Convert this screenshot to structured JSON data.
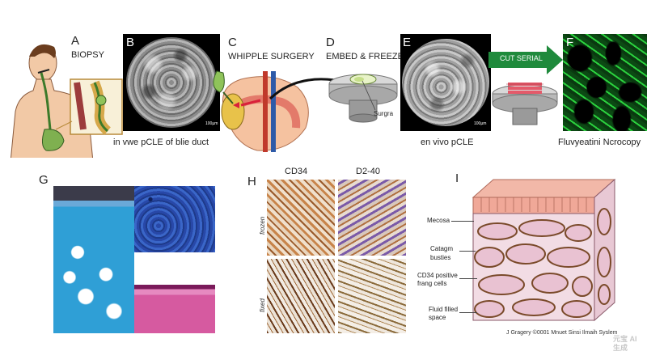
{
  "panels": {
    "A": {
      "letter": "A",
      "title": "BIOPSY"
    },
    "B": {
      "letter": "B",
      "caption": "in vwe pCLE of blie duct",
      "scale": "100µm"
    },
    "C": {
      "letter": "C",
      "title": "WHIPPLE SURGERY"
    },
    "D": {
      "letter": "D",
      "title": "EMBED & FREEZE",
      "label": "Surgra"
    },
    "E": {
      "letter": "E",
      "caption": "en vivo pCLE",
      "scale": "100µm"
    },
    "F": {
      "letter": "F",
      "caption": "Fluvyeatini Ncrocopy",
      "arrow_label": "CUT SERIAL"
    },
    "G": {
      "letter": "G"
    },
    "H": {
      "letter": "H",
      "col1": "CD34",
      "col2": "D2-40",
      "row1": "frozen",
      "row2": "fixed"
    },
    "I": {
      "letter": "I",
      "labels": [
        "Mecosa",
        "Catagm busties",
        "CD34 positive frang cells",
        "Fluid filled space"
      ],
      "credit": "J Gragery ©0001 Mnuet Sinsi Ilmaih Syslem"
    }
  },
  "watermark": "元宝 AI生成",
  "colors": {
    "arrow_green": "#1f8a3c",
    "confocal_green": "#2bd23e",
    "he_pink": "#d65aa0",
    "trichrome_blue": "#2f9fd6"
  }
}
